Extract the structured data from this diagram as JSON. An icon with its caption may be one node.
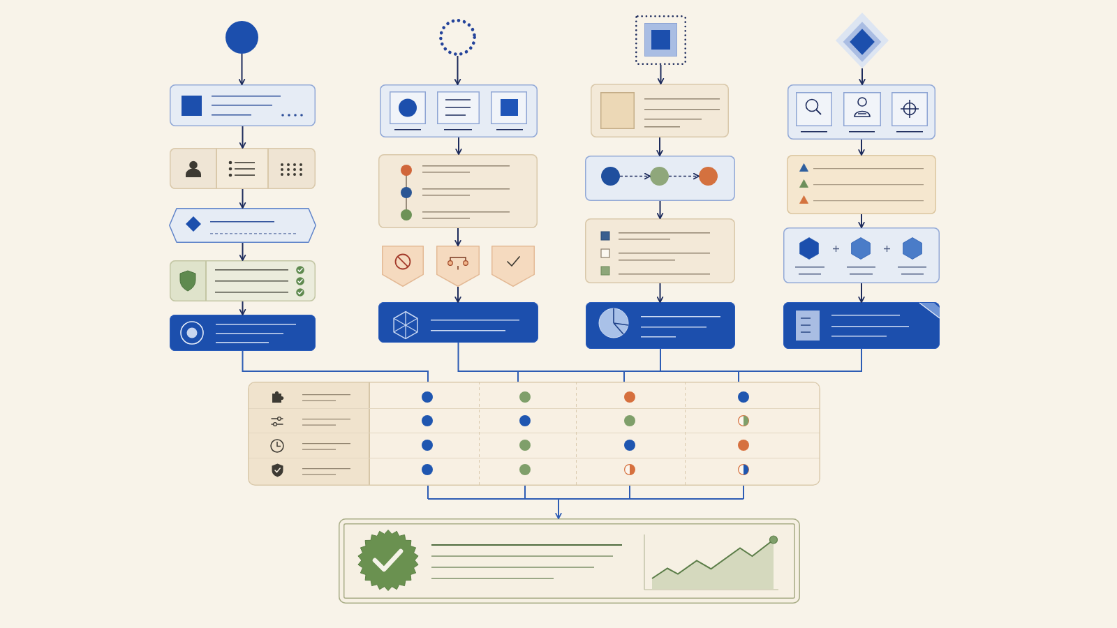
{
  "diagram": {
    "nodes": [
      {
        "text": [],
        "shape": "circle"
      },
      {
        "text": [],
        "shape": "box"
      },
      {
        "text": [],
        "shape": "box"
      },
      {
        "text": [],
        "shape": "hexagon"
      },
      {
        "text": [],
        "shape": "box"
      },
      {
        "text": [],
        "shape": "box"
      },
      {
        "text": [],
        "shape": "circle"
      },
      {
        "text": [],
        "shape": "box"
      },
      {
        "text": [],
        "shape": "box"
      },
      {
        "text": [],
        "shape": "pentagon"
      },
      {
        "text": [],
        "shape": "pentagon"
      },
      {
        "text": [],
        "shape": "pentagon"
      },
      {
        "text": [],
        "shape": "box"
      },
      {
        "text": [],
        "shape": "box"
      },
      {
        "text": [],
        "shape": "box"
      },
      {
        "text": [],
        "shape": "box"
      },
      {
        "text": [],
        "shape": "circle",
        "in": 15
      },
      {
        "text": [],
        "shape": "circle",
        "in": 15
      },
      {
        "text": [],
        "shape": "circle",
        "in": 15
      },
      {
        "text": [],
        "shape": "box"
      },
      {
        "text": [],
        "shape": "box"
      },
      {
        "text": [],
        "shape": "diamond"
      },
      {
        "text": [],
        "shape": "box"
      },
      {
        "text": [],
        "shape": "box"
      },
      {
        "text": [],
        "shape": "box"
      },
      {
        "text": [],
        "shape": "box"
      },
      {
        "text": [],
        "shape": "box"
      },
      {
        "text": [],
        "shape": "box"
      }
    ],
    "edges": [
      {
        "from": 0,
        "to": 1,
        "arrow": "to"
      },
      {
        "from": 1,
        "to": 2,
        "arrow": "to"
      },
      {
        "from": 2,
        "to": 3,
        "arrow": "to"
      },
      {
        "from": 3,
        "to": 4,
        "arrow": "to"
      },
      {
        "from": 4,
        "to": 5,
        "arrow": "to"
      },
      {
        "from": 6,
        "to": 7,
        "arrow": "to"
      },
      {
        "from": 7,
        "to": 8,
        "arrow": "to"
      },
      {
        "from": 8,
        "to": 10,
        "arrow": "to"
      },
      {
        "from": 10,
        "to": 12,
        "arrow": "to"
      },
      {
        "from": 13,
        "to": 14,
        "arrow": "to"
      },
      {
        "from": 14,
        "to": 15,
        "arrow": "to"
      },
      {
        "from": 16,
        "to": 17,
        "arrow": "to",
        "style": "dashed"
      },
      {
        "from": 17,
        "to": 18,
        "arrow": "to",
        "style": "dashed"
      },
      {
        "from": 15,
        "to": 19,
        "arrow": "to"
      },
      {
        "from": 19,
        "to": 20,
        "arrow": "to"
      },
      {
        "from": 21,
        "to": 22,
        "arrow": "to"
      },
      {
        "from": 22,
        "to": 23,
        "arrow": "to"
      },
      {
        "from": 23,
        "to": 24,
        "arrow": "to"
      },
      {
        "from": 24,
        "to": 25,
        "arrow": "to"
      },
      {
        "from": 5,
        "to": 26,
        "arrow": "none",
        "color": "#2d5cb4"
      },
      {
        "from": 12,
        "to": 26,
        "arrow": "none",
        "color": "#2d5cb4"
      },
      {
        "from": 20,
        "to": 26,
        "arrow": "none",
        "color": "#2d5cb4"
      },
      {
        "from": 25,
        "to": 26,
        "arrow": "none",
        "color": "#2d5cb4"
      },
      {
        "from": 26,
        "to": 27,
        "arrow": "to",
        "color": "#2d5cb4"
      }
    ]
  }
}
